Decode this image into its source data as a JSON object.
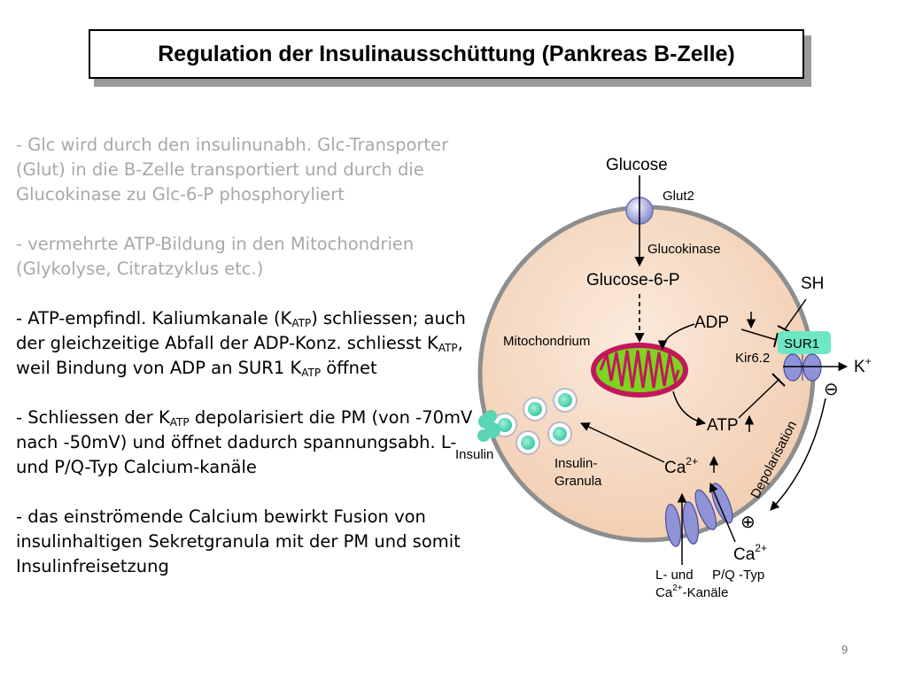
{
  "title": "Regulation der Insulinausschüttung (Pankreas B-Zelle)",
  "bullets": [
    {
      "text": "- Glc wird durch den insulinunabh. Glc-Transporter (Glut) in die B-Zelle transportiert und durch die Glucokinase zu Glc-6-P phosphoryliert"
    },
    {
      "text": "- vermehrte ATP-Bildung in den Mitochondrien (Glykolyse, Citratzyklus etc.)"
    },
    {
      "a": "- ATP-empfindl. Kaliumkanale (K",
      "b": "ATP",
      "c": ") schliessen; auch der gleichzeitige Abfall der ADP-Konz. schliesst K",
      "d": "ATP",
      "e": ", weil Bindung von ADP an SUR1 K",
      "f": "ATP",
      "g": " öffnet"
    },
    {
      "a": "- Schliessen der K",
      "b": "ATP",
      "c": " depolarisiert die PM (von -70mV nach -50mV) und öffnet dadurch spannungsabh. L- und P/Q-Typ Calcium-kanäle"
    },
    {
      "text": "- das einströmende Calcium bewirkt Fusion von insulinhaltigen Sekretgranula mit der PM und somit Insulinfreisetzung"
    }
  ],
  "diagram": {
    "glucose": "Glucose",
    "glut2": "Glut2",
    "glucokinase": "Glucokinase",
    "glucose6p": "Glucose-6-P",
    "sh": "SH",
    "adp": "ADP",
    "sur1": "SUR1",
    "mitochondrium": "Mitochondrium",
    "kir": "Kir6.2",
    "k_plus": "K",
    "k_plus_sup": "+",
    "minus_sign": "⊖",
    "atp": "ATP",
    "depolarisation": "Depolarisation",
    "insulin": "Insulin",
    "insulin_granula_1": "Insulin-",
    "insulin_granula_2": "Granula",
    "ca_inside": "Ca",
    "ca_inside_sup": "2+",
    "plus_sign": "⊕",
    "ca_outside": "Ca",
    "ca_outside_sup": "2+",
    "channel_line1_a": "L- und",
    "channel_line1_b": "P/Q -Typ",
    "channel_line2_a": "Ca",
    "channel_line2_sup": "2+",
    "channel_line2_b": "-Kanäle",
    "colors": {
      "cell_fill": "#f6dcc8",
      "cell_border": "#8e8e8e",
      "mito_outer": "#c2185b",
      "mito_inner": "#7ed321",
      "granule": "#58d6b5",
      "sur1": "#6ee7c4",
      "channel": "#8f94d8"
    }
  },
  "page_number": "9"
}
